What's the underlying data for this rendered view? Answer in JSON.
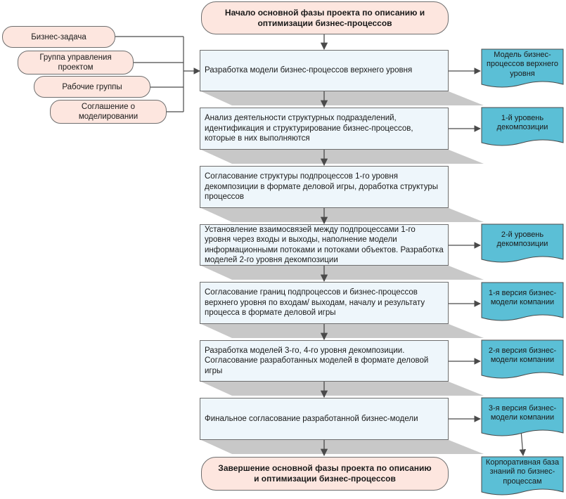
{
  "start": "Начало основной фазы проекта по описанию и оптимизации бизнес-процессов",
  "end": "Завершение основной фазы проекта по описанию и оптимизации бизнес-процессов",
  "inputs": [
    "Бизнес-задача",
    "Группа управления проектом",
    "Рабочие группы",
    "Соглашение о моделировании"
  ],
  "steps": [
    "Разработка модели бизнес-процессов верхнего уровня",
    "Анализ деятельности структурных подразделений, идентификация и структурирование бизнес-процессов, которые в них выполняются",
    "Согласование структуры подпроцессов 1-го уровня декомпозиции в формате деловой игры, доработка структуры процессов",
    "Установление взаимосвязей между подпроцессами 1-го уровня через входы и выходы, наполнение модели информационными потоками и потоками объектов. Разработка моделей 2-го уровня декомпозиции",
    "Согласование границ подпроцессов и бизнес-процессов верхнего уровня по входам/ выходам, началу и результату процесса в формате деловой игры",
    "Разработка моделей 3-го, 4-го уровня декомпозиции. Согласование разработанных моделей в формате деловой игры",
    "Финальное согласование разработанной бизнес-модели"
  ],
  "outputs": [
    "Модель бизнес-процессов верхнего уровня",
    "1-й уровень декомпозиции",
    "2-й уровень декомпозиции",
    "1-я версия бизнес-модели компании",
    "2-я версия бизнес-модели компании",
    "3-я версия бизнес-модели компании",
    "Корпоративная база знаний по бизнес-процессам"
  ],
  "colors": {
    "terminal_fill": "#fde6df",
    "process_fill": "#eef6fb",
    "document_fill": "#5bbfd6",
    "shadow": "#c8c8c8",
    "connector": "#4a4a4a"
  }
}
